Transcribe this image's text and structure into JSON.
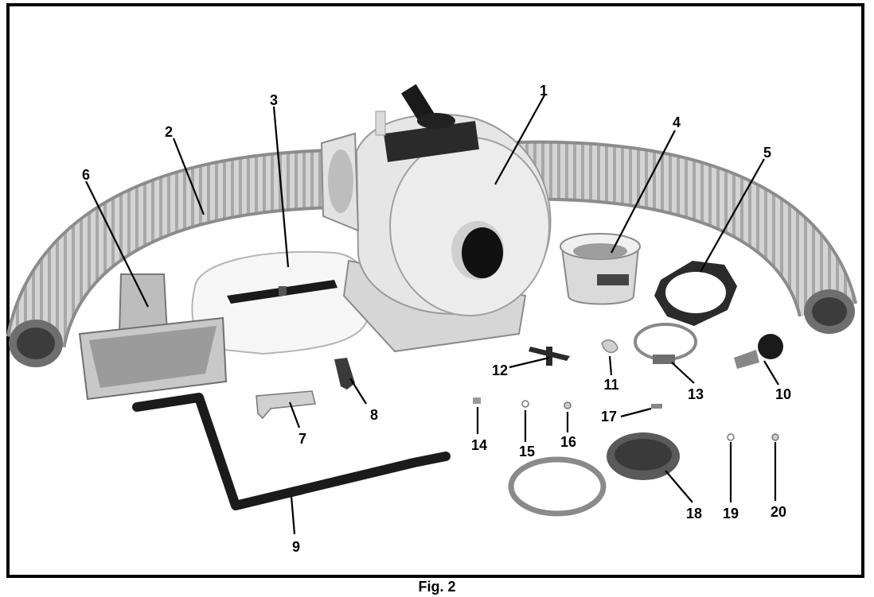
{
  "figure": {
    "caption": "Fig. 2",
    "callouts": [
      "1",
      "2",
      "3",
      "4",
      "5",
      "6",
      "7",
      "8",
      "9",
      "10",
      "11",
      "12",
      "13",
      "14",
      "15",
      "16",
      "17",
      "18",
      "19",
      "20"
    ]
  },
  "colors": {
    "frame": "#000000",
    "part_fill": "#e2e2e2",
    "part_shadow": "#9e9e9e",
    "dark_part": "#1a1a1a"
  }
}
